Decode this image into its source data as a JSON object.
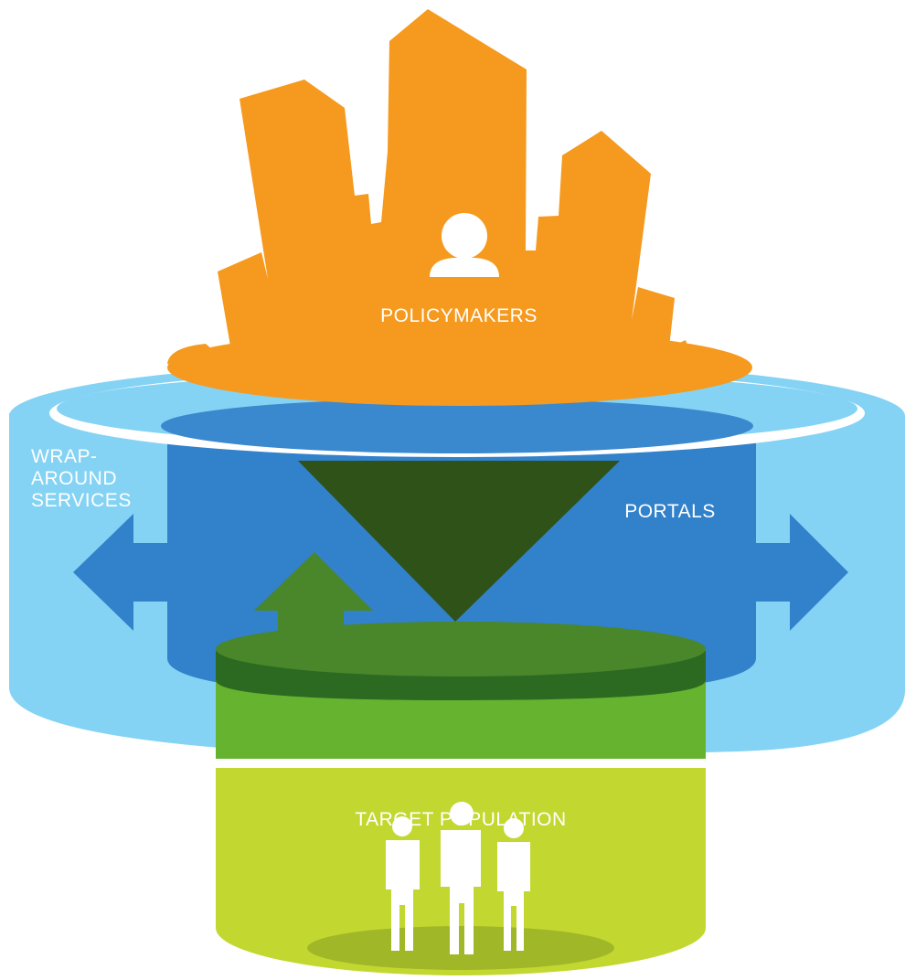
{
  "labels": {
    "policymakers": "POLICYMAKERS",
    "wrap_line1": "WRAP-",
    "wrap_line2": "AROUND",
    "wrap_line3": "SERVICES",
    "portals": "PORTALS",
    "target_population": "TARGET POPULATION"
  },
  "colors": {
    "orange": "#f59a1f",
    "light_blue": "#84d3f4",
    "mid_blue": "#3281cb",
    "dark_green": "#2f5219",
    "green": "#4a862a",
    "bright_green": "#66b32f",
    "lime": "#c2d831",
    "white": "#ffffff"
  },
  "icons": {
    "policymaker": "person-icon",
    "population": "group-of-people-icon",
    "left_arrow": "double-arrow-left-icon",
    "right_arrow": "double-arrow-right-icon",
    "up_arrow": "arrow-up-icon",
    "down_triangle": "funnel-triangle-icon"
  }
}
